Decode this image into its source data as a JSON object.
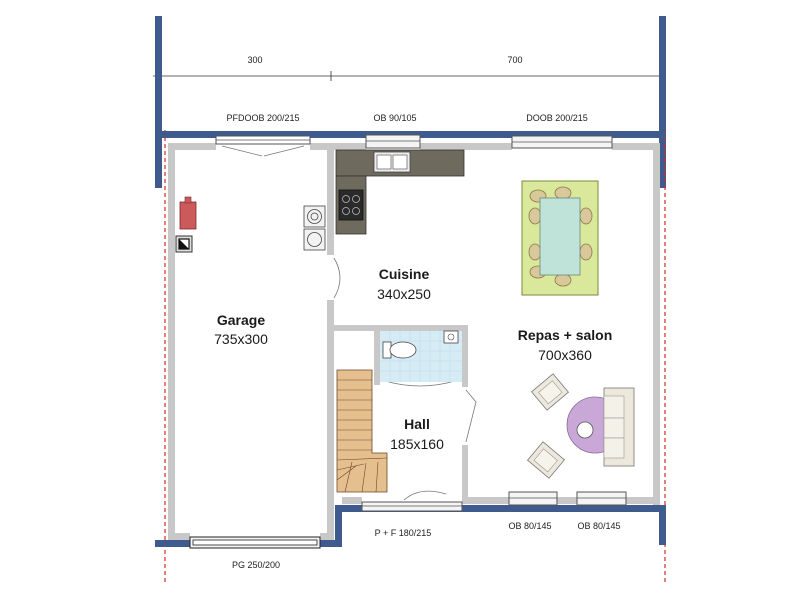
{
  "colors": {
    "outer_wall": "#3f5b8e",
    "interior_wall": "#c8c8c8",
    "axis_line": "#d62828",
    "counter": "#6f6a5e",
    "table": "#d9e89a",
    "table_glass": "#bfe3d8",
    "chair": "#d8c89a",
    "rug": "#c9a8d8",
    "tiles": "#d6ecf5",
    "stairs": "#e6bf8f",
    "boiler": "#cc5a5a"
  },
  "dimensions": {
    "left": "300",
    "right": "700"
  },
  "openings": {
    "garage_door_top": "PFDOOB 200/215",
    "kitchen_window": "OB 90/105",
    "living_window_top": "DOOB 200/215",
    "garage_door_bottom": "PG 250/200",
    "entry_door": "P + F 180/215",
    "window_bottom_1": "OB 80/145",
    "window_bottom_2": "OB 80/145"
  },
  "rooms": {
    "garage": {
      "name": "Garage",
      "size": "735x300"
    },
    "cuisine": {
      "name": "Cuisine",
      "size": "340x250"
    },
    "hall": {
      "name": "Hall",
      "size": "185x160"
    },
    "repas": {
      "name": "Repas + salon",
      "size": "700x360"
    }
  },
  "fixtures": [
    "boiler-icon",
    "electrical-panel-icon",
    "washing-machine-icon",
    "dryer-icon",
    "sink-icon",
    "cooktop-icon",
    "toilet-icon",
    "washbasin-icon",
    "staircase-icon",
    "dining-table-icon",
    "armchair-icon",
    "sofa-icon",
    "coffee-table-icon"
  ]
}
